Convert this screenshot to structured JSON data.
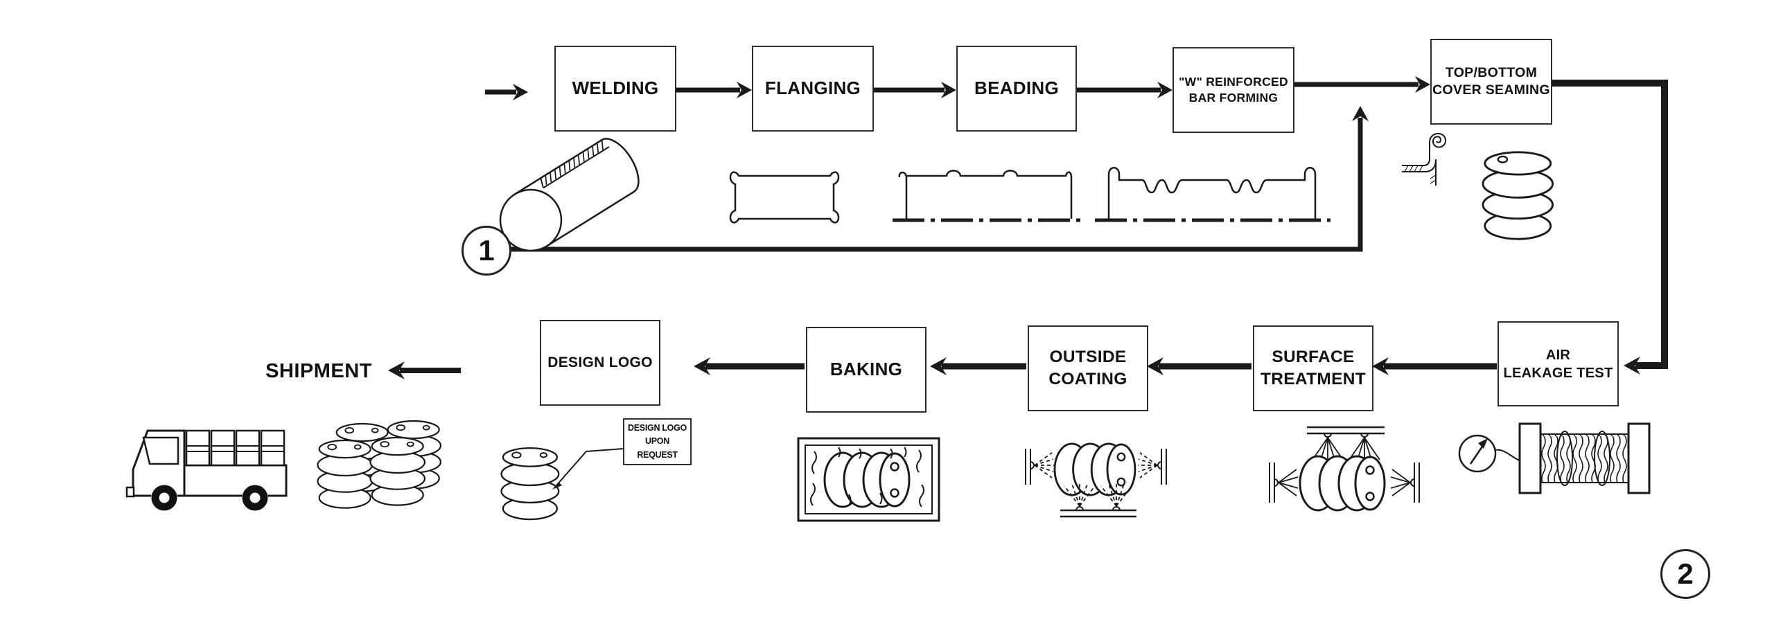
{
  "diagram": {
    "background": "#ffffff",
    "line_color": "#1a1a1a",
    "text_color": "#111111",
    "top_row": [
      {
        "label": "WELDING"
      },
      {
        "label": "FLANGING"
      },
      {
        "label": "BEADING"
      },
      {
        "line1": "\"W\" REINFORCED",
        "line2": "BAR FORMING"
      },
      {
        "line1": "TOP/BOTTOM",
        "line2": "COVER SEAMING"
      }
    ],
    "bottom_row": [
      {
        "line1": "AIR",
        "line2": "LEAKAGE TEST"
      },
      {
        "line1": "SURFACE",
        "line2": "TREATMENT"
      },
      {
        "line1": "OUTSIDE",
        "line2": "COATING"
      },
      {
        "label": "BAKING"
      },
      {
        "label": "DESIGN LOGO"
      }
    ],
    "shipment_label": "SHIPMENT",
    "note": {
      "line1": "DESIGN LOGO",
      "line2": "UPON REQUEST"
    },
    "markers": {
      "step1": "1",
      "step2": "2"
    }
  }
}
